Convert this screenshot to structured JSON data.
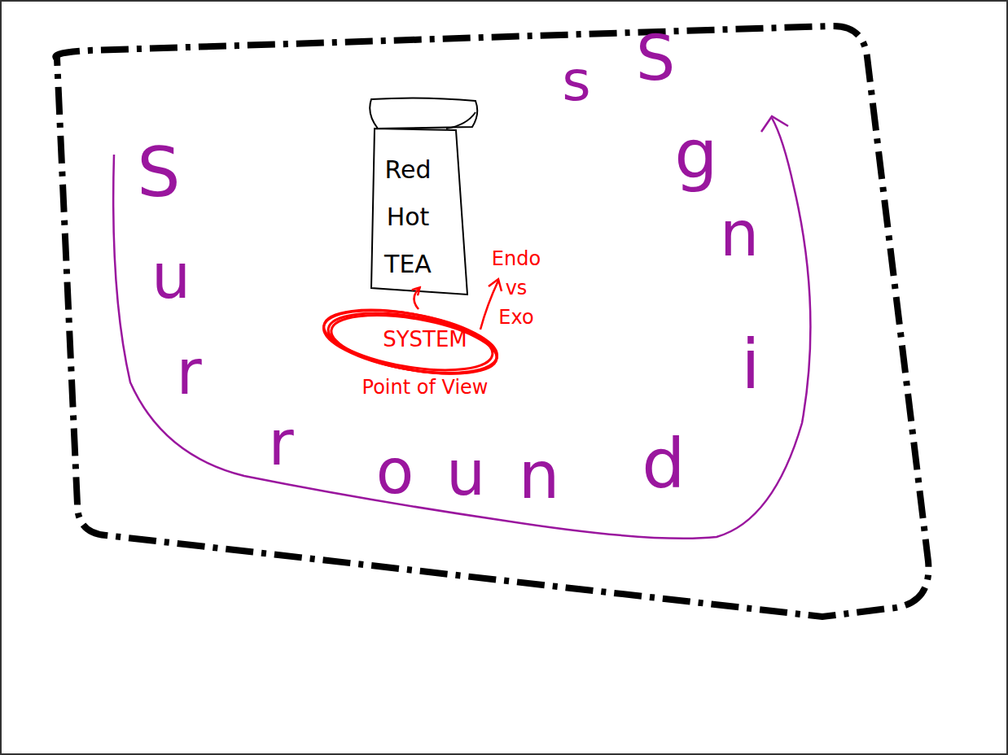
{
  "diagram": {
    "nodes": [
      {
        "text": [
          "Red Hot TEA"
        ]
      },
      {
        "text": [
          "SYSTEM",
          "Point of View"
        ]
      }
    ],
    "edges": [
      {
        "from": 1,
        "to": 0,
        "arrow": "to"
      }
    ],
    "labels": [
      "Endo vs Exo",
      "S",
      "u",
      "r",
      "r",
      "o",
      "u",
      "n",
      "d",
      "i",
      "n",
      "g",
      "s",
      "S"
    ]
  }
}
